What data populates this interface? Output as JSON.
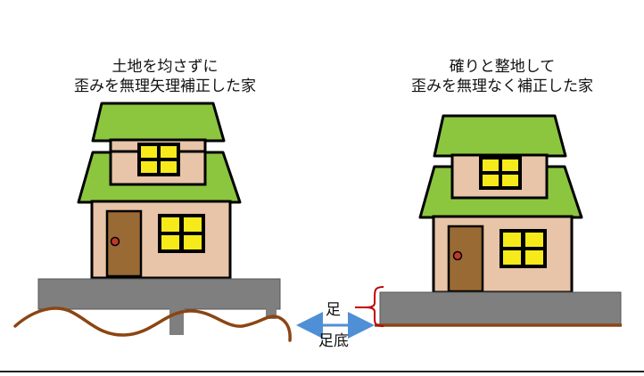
{
  "left_caption": {
    "line1": "土地を均さずに",
    "line2": "歪みを無理矢理補正した家"
  },
  "right_caption": {
    "line1": "確りと整地して",
    "line2": "歪みを無理なく補正した家"
  },
  "labels": {
    "ashi": "足",
    "ashizoko": "足底"
  },
  "colors": {
    "roof": "#8cc63f",
    "wall": "#e8c4a8",
    "door": "#9a6a35",
    "window": "#f7ea1a",
    "platform": "#7f7f7f",
    "ground": "#8b4513",
    "arrow": "#4f8fd6",
    "bracket": "#c00000"
  }
}
